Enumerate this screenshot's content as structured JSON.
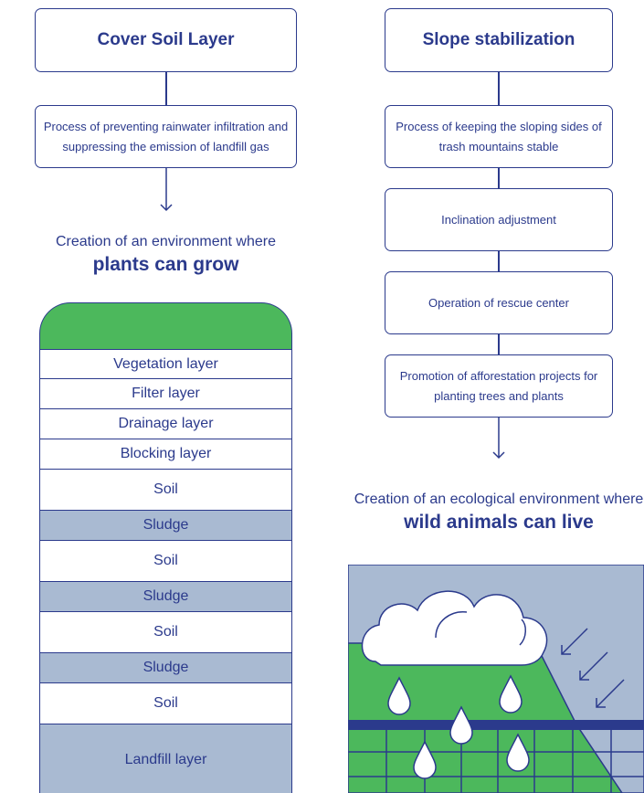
{
  "left": {
    "title": "Cover Soil Layer",
    "process": "Process of preventing rainwater infiltration and suppressing the emission of landfill gas",
    "outcome_line1": "Creation of an environment where",
    "outcome_line2": "plants can grow"
  },
  "right": {
    "title": "Slope stabilization",
    "steps": [
      "Process of keeping the sloping sides of trash mountains stable",
      "Inclination adjustment",
      "Operation of rescue center",
      "Promotion of afforestation projects for planting trees and plants"
    ],
    "outcome_line1": "Creation of an ecological environment where",
    "outcome_line2": "wild animals can live"
  },
  "layers": [
    {
      "label": "Vegetation layer",
      "shade": "white"
    },
    {
      "label": "Filter layer",
      "shade": "white"
    },
    {
      "label": "Drainage layer",
      "shade": "white"
    },
    {
      "label": "Blocking layer",
      "shade": "white"
    },
    {
      "label": "Soil",
      "shade": "white"
    },
    {
      "label": "Sludge",
      "shade": "blue"
    },
    {
      "label": "Soil",
      "shade": "white"
    },
    {
      "label": "Sludge",
      "shade": "blue"
    },
    {
      "label": "Soil",
      "shade": "white"
    },
    {
      "label": "Sludge",
      "shade": "blue"
    },
    {
      "label": "Soil",
      "shade": "white"
    },
    {
      "label": "Landfill layer",
      "shade": "blue"
    }
  ],
  "colors": {
    "line": "#2b3a8c",
    "green": "#4cb85c",
    "slate_blue": "#a9bad2",
    "white": "#ffffff"
  }
}
